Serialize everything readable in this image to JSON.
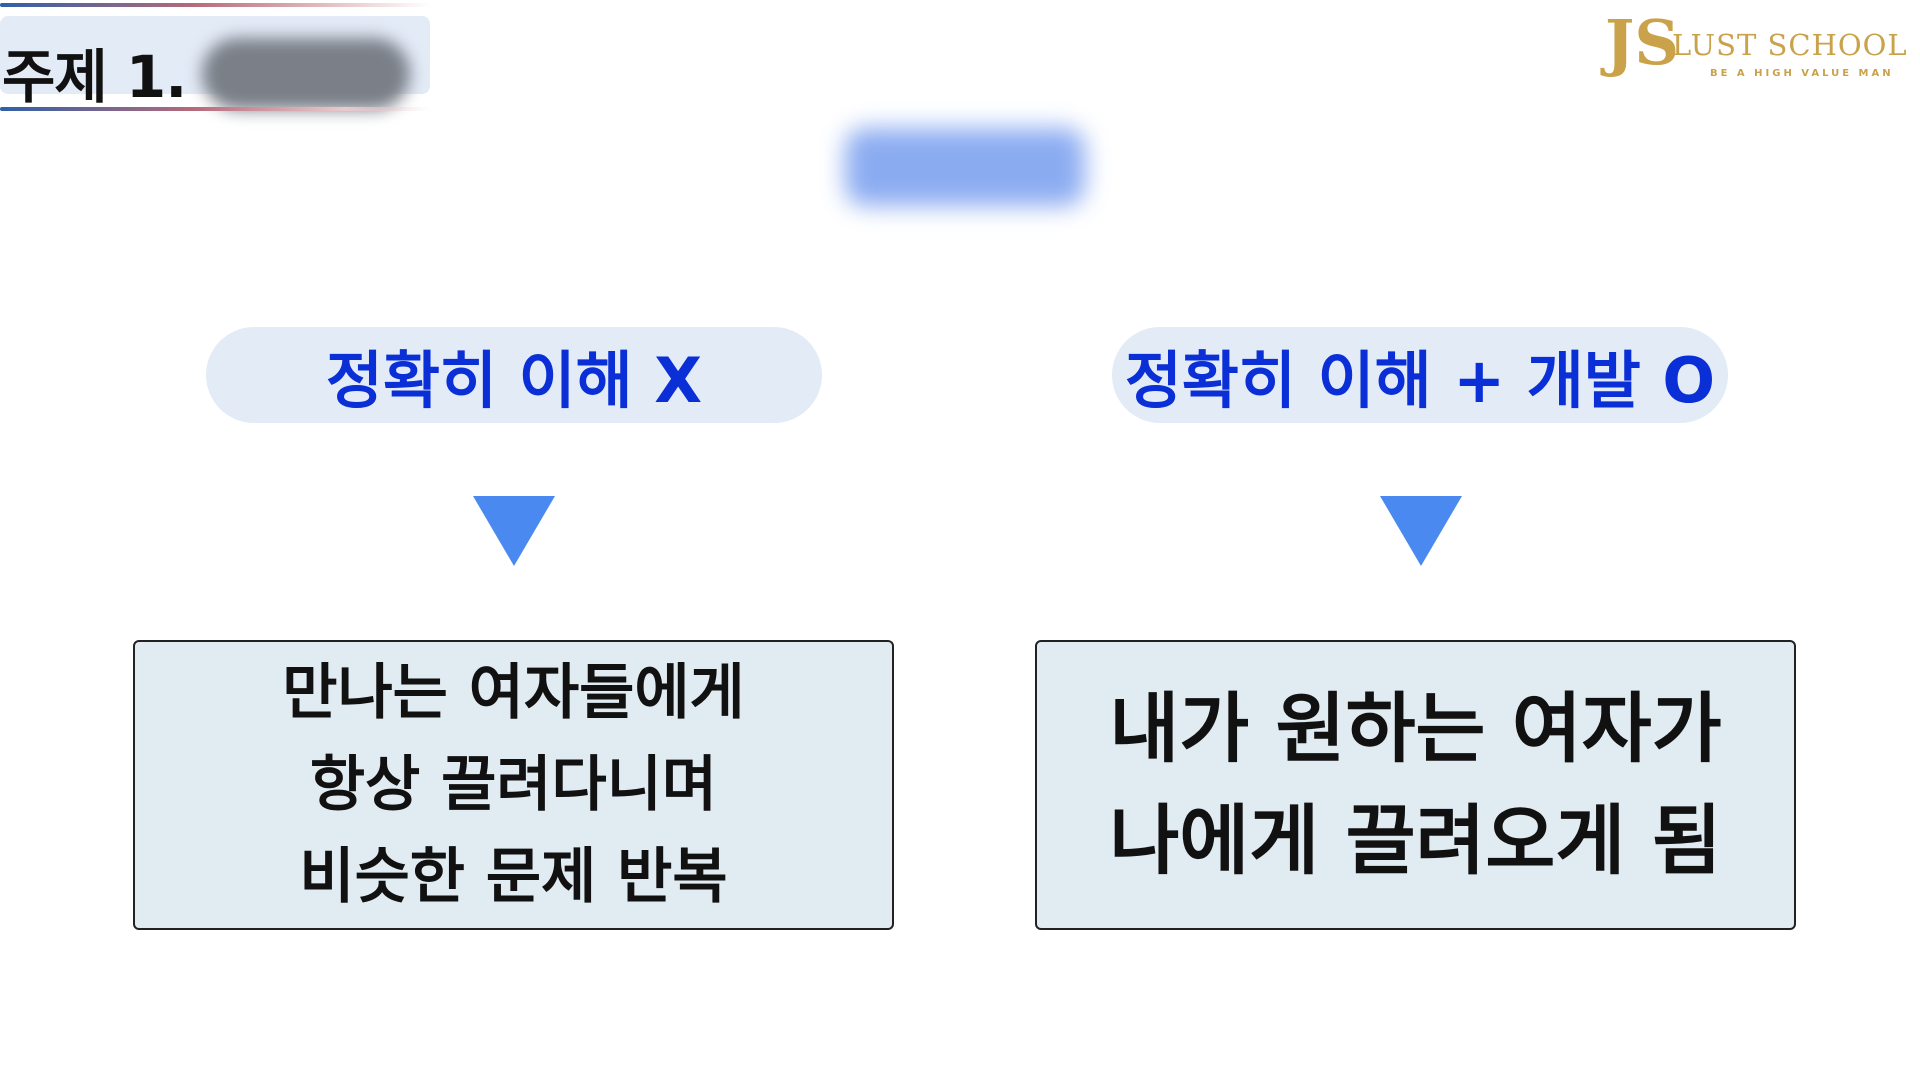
{
  "header": {
    "title": "주제 1."
  },
  "logo": {
    "mark": "JS",
    "name": "LUST SCHOOL",
    "tagline": "BE A HIGH VALUE MAN"
  },
  "left": {
    "label": "정확히 이해 X",
    "lines": [
      "만나는 여자들에게",
      "항상 끌려다니며",
      "비슷한 문제 반복"
    ]
  },
  "right": {
    "label": "정확히 이해 + 개발 O",
    "lines": [
      "내가 원하는 여자가",
      "나에게 끌려오게 됨"
    ]
  },
  "colors": {
    "accent": "#0a2fd6",
    "arrow": "#4a8af0",
    "pill_bg": "#e3ebf7",
    "box_bg": "#e1ebf2",
    "logo": "#c9a24a"
  }
}
